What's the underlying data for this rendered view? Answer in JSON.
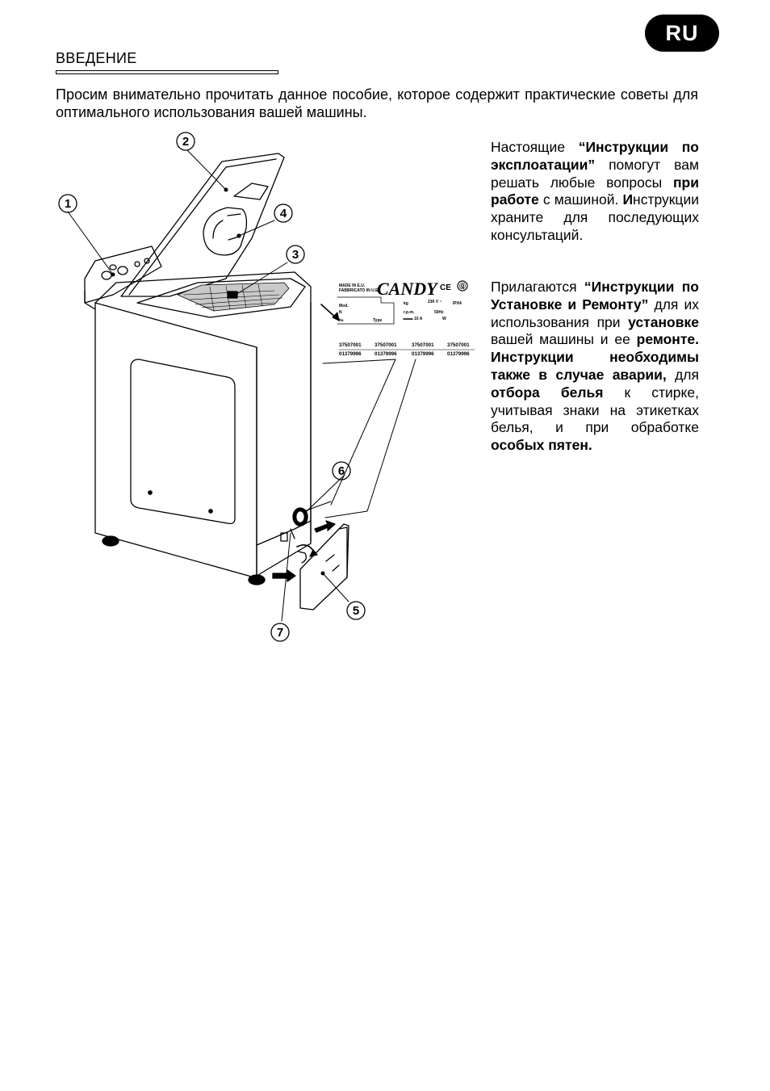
{
  "badge": {
    "language": "RU"
  },
  "header": {
    "title": "ВВЕДЕНИЕ"
  },
  "intro": {
    "text": "Просим внимательно прочитать данное пособие, которое содержит практические советы для оптимального использования вашей машины."
  },
  "side_text": {
    "p1": [
      {
        "t": "Настоящие ",
        "b": false
      },
      {
        "t": "“Инструкции по эксплоатации”",
        "b": true
      },
      {
        "t": " помогут вам решать любые вопросы ",
        "b": false
      },
      {
        "t": "при работе",
        "b": true
      },
      {
        "t": " с машиной. ",
        "b": false
      },
      {
        "t": "И",
        "b": true
      },
      {
        "t": "нструкции храните для последующих консультаций.",
        "b": false
      }
    ],
    "p2": [
      {
        "t": "Прилагаются ",
        "b": false
      },
      {
        "t": "“Инструкции по Установке и Ремонту”",
        "b": true
      },
      {
        "t": " для их использования при ",
        "b": false
      },
      {
        "t": "установке",
        "b": true
      },
      {
        "t": " вашей машины и ее ",
        "b": false
      },
      {
        "t": "ремонте. Инструкции необходимы также в случае аварии,",
        "b": true
      },
      {
        "t": " для ",
        "b": false
      },
      {
        "t": "отбора белья",
        "b": true
      },
      {
        "t": " к стирке, учитывая знаки на этикетках белья, и при обработке ",
        "b": false
      },
      {
        "t": "особых пятен.",
        "b": true
      }
    ]
  },
  "figure": {
    "callouts": [
      "1",
      "2",
      "3",
      "4",
      "5",
      "6",
      "7"
    ],
    "rating_plate": {
      "made_in": "MADE IN E.U.",
      "fabbricato": "FABBRICATO IN U.E.",
      "brand": "CANDY",
      "marks": "CE",
      "ipx": "IPX4",
      "mod": "Mod.",
      "n": "N",
      "sn": "№",
      "type": "Type",
      "kg": "kg",
      "voltage": "230 V ~",
      "rpm": "r.p.m.",
      "freq": "50Hz",
      "current": "10 A",
      "watt": "W",
      "codes_top": [
        "37507001",
        "37507001",
        "37507001",
        "37507001"
      ],
      "codes_bottom": [
        "01379996",
        "01379996",
        "01379996",
        "01379996"
      ]
    }
  }
}
